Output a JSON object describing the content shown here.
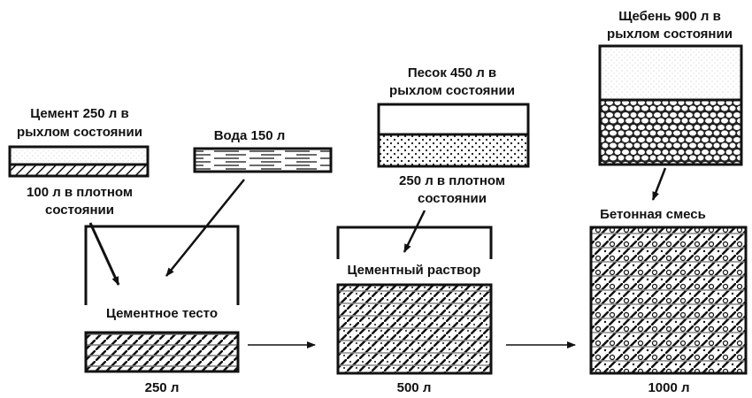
{
  "cement": {
    "line1": "Цемент 250 л в",
    "line2": "рыхлом состоянии",
    "dense1": "100 л в плотном",
    "dense2": "состоянии"
  },
  "water": {
    "label": "Вода 150 л"
  },
  "sand": {
    "line1": "Песок 450 л в",
    "line2": "рыхлом состоянии",
    "dense1": "250 л в плотном",
    "dense2": "состоянии"
  },
  "gravel": {
    "line1": "Щебень 900 л в",
    "line2": "рыхлом состоянии"
  },
  "paste": {
    "label": "Цементное тесто",
    "volume": "250 л"
  },
  "mortar": {
    "label": "Цементный раствор",
    "volume": "500 л"
  },
  "concrete": {
    "label": "Бетонная смесь",
    "volume": "1000 л"
  },
  "colors": {
    "ink": "#111111",
    "background": "#ffffff"
  }
}
